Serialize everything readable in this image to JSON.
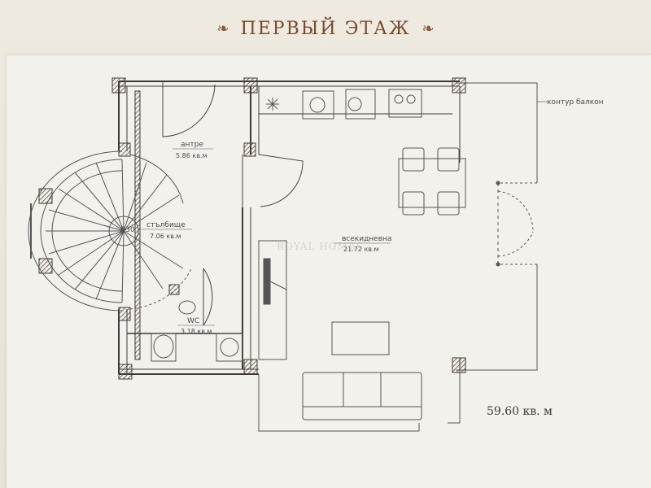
{
  "header": {
    "title": "ПЕРВЫЙ ЭТАЖ",
    "ornament_left": "❧",
    "ornament_right": "❧"
  },
  "rooms": [
    {
      "name": "антре",
      "area": "5.86 кв.м"
    },
    {
      "name": "стълбище",
      "area": "7.06 кв.м"
    },
    {
      "name": "WC",
      "area": "3.18 кв.м"
    },
    {
      "name": "всекидневна",
      "area": "21.72 кв.м"
    }
  ],
  "stair_radius_label": "R30",
  "balcony_label": "контур балкон",
  "total_area": "59.60 кв. м",
  "watermark": "ROYAL HOMES",
  "colors": {
    "wall": "#3a3a3a",
    "column": "#8a6a50",
    "title": "#7a4a30",
    "paper": "#f2f1ec"
  }
}
